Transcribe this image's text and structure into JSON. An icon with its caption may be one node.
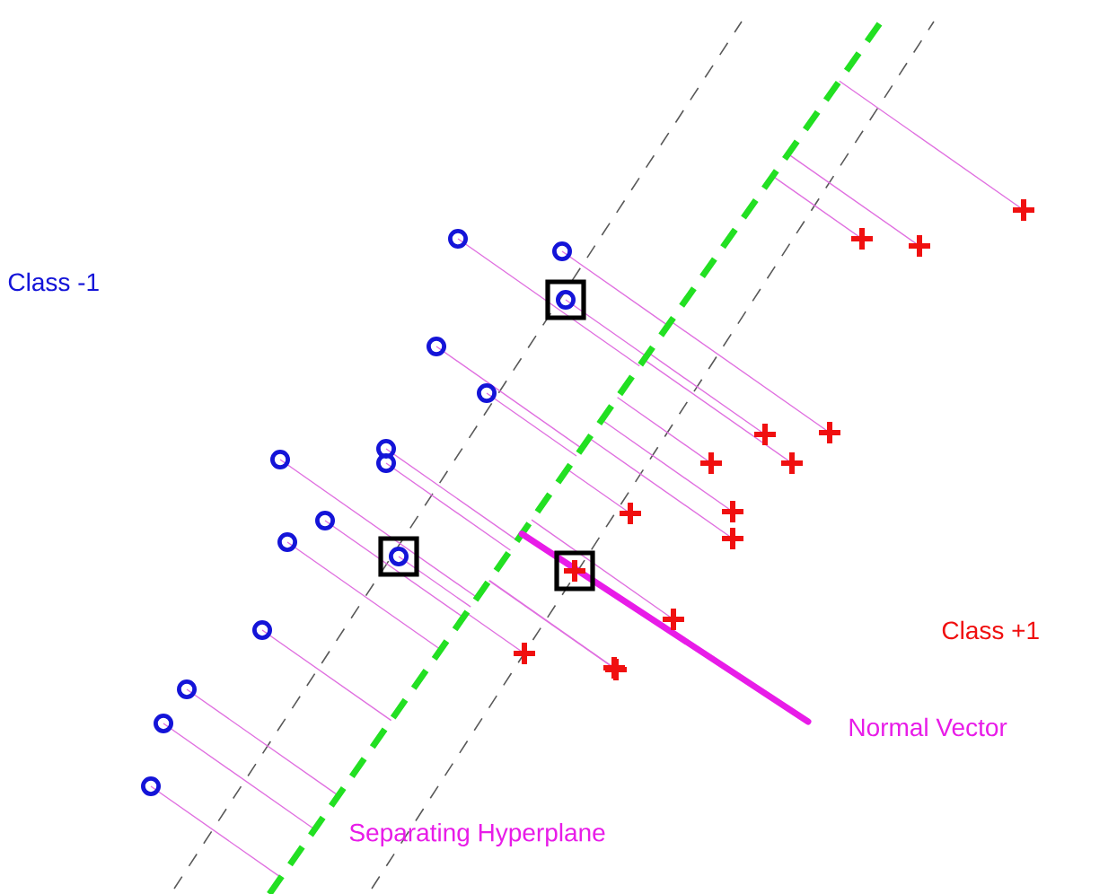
{
  "diagram": {
    "labels": [
      "Class -1",
      "Class +1",
      "Normal Vector",
      "Separating Hyperplane"
    ]
  }
}
